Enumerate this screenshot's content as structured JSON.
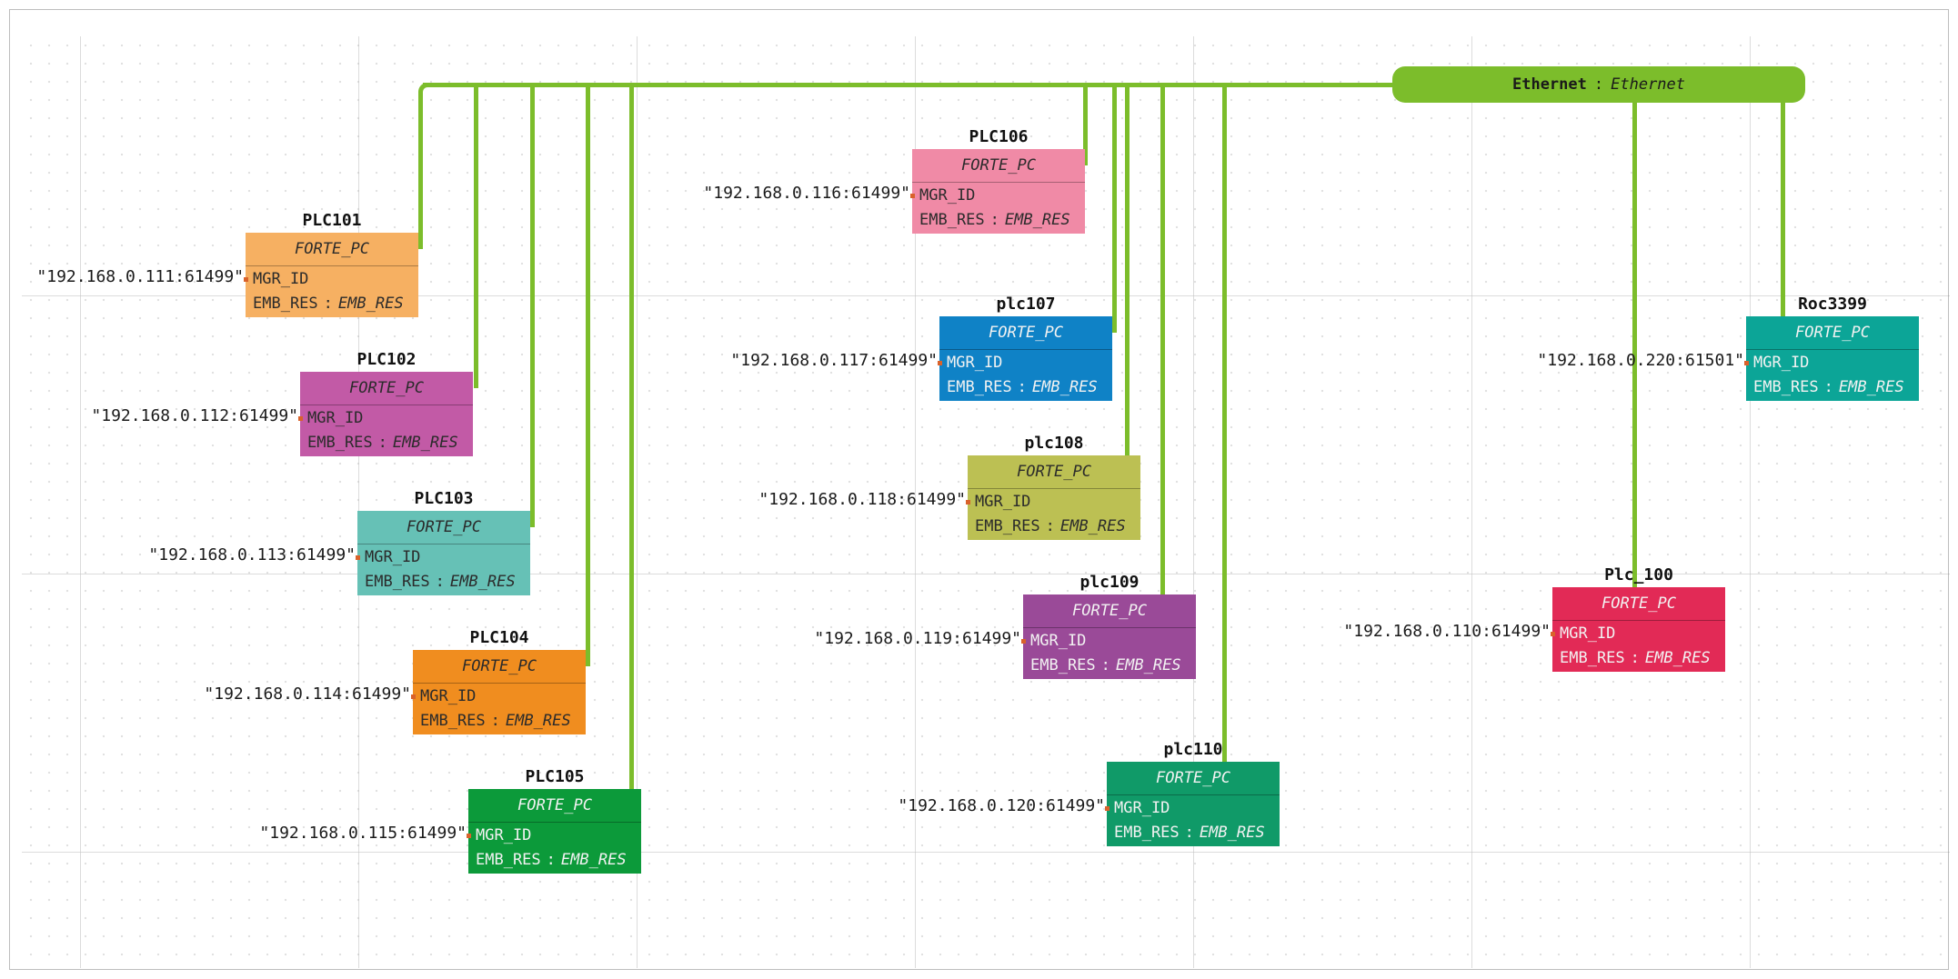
{
  "segment": {
    "name": "Ethernet",
    "type": "Ethernet",
    "color": "#7cbd2b"
  },
  "devices": [
    {
      "name": "PLC101",
      "type": "FORTE_PC",
      "param": "MGR_ID",
      "address": "\"192.168.0.111:61499\"",
      "resource": "EMB_RES",
      "resource_type": "EMB_RES",
      "color": "#f6b062",
      "text_color": "#2b2b2b"
    },
    {
      "name": "PLC102",
      "type": "FORTE_PC",
      "param": "MGR_ID",
      "address": "\"192.168.0.112:61499\"",
      "resource": "EMB_RES",
      "resource_type": "EMB_RES",
      "color": "#c25aa6",
      "text_color": "#2b2b2b"
    },
    {
      "name": "PLC103",
      "type": "FORTE_PC",
      "param": "MGR_ID",
      "address": "\"192.168.0.113:61499\"",
      "resource": "EMB_RES",
      "resource_type": "EMB_RES",
      "color": "#66c1b6",
      "text_color": "#2b2b2b"
    },
    {
      "name": "PLC104",
      "type": "FORTE_PC",
      "param": "MGR_ID",
      "address": "\"192.168.0.114:61499\"",
      "resource": "EMB_RES",
      "resource_type": "EMB_RES",
      "color": "#f08d1f",
      "text_color": "#2b2b2b"
    },
    {
      "name": "PLC105",
      "type": "FORTE_PC",
      "param": "MGR_ID",
      "address": "\"192.168.0.115:61499\"",
      "resource": "EMB_RES",
      "resource_type": "EMB_RES",
      "color": "#0c9a3a",
      "text_color": "#f2f2f2"
    },
    {
      "name": "PLC106",
      "type": "FORTE_PC",
      "param": "MGR_ID",
      "address": "\"192.168.0.116:61499\"",
      "resource": "EMB_RES",
      "resource_type": "EMB_RES",
      "color": "#f08aa6",
      "text_color": "#2b2b2b"
    },
    {
      "name": "plc107",
      "type": "FORTE_PC",
      "param": "MGR_ID",
      "address": "\"192.168.0.117:61499\"",
      "resource": "EMB_RES",
      "resource_type": "EMB_RES",
      "color": "#0f82c6",
      "text_color": "#f2f2f2"
    },
    {
      "name": "plc108",
      "type": "FORTE_PC",
      "param": "MGR_ID",
      "address": "\"192.168.0.118:61499\"",
      "resource": "EMB_RES",
      "resource_type": "EMB_RES",
      "color": "#bcc053",
      "text_color": "#2b2b2b"
    },
    {
      "name": "plc109",
      "type": "FORTE_PC",
      "param": "MGR_ID",
      "address": "\"192.168.0.119:61499\"",
      "resource": "EMB_RES",
      "resource_type": "EMB_RES",
      "color": "#9a4a98",
      "text_color": "#f2f2f2"
    },
    {
      "name": "plc110",
      "type": "FORTE_PC",
      "param": "MGR_ID",
      "address": "\"192.168.0.120:61499\"",
      "resource": "EMB_RES",
      "resource_type": "EMB_RES",
      "color": "#109a68",
      "text_color": "#f2f2f2"
    },
    {
      "name": "Plc_100",
      "type": "FORTE_PC",
      "param": "MGR_ID",
      "address": "\"192.168.0.110:61499\"",
      "resource": "EMB_RES",
      "resource_type": "EMB_RES",
      "color": "#e22a56",
      "text_color": "#f2f2f2"
    },
    {
      "name": "Roc3399",
      "type": "FORTE_PC",
      "param": "MGR_ID",
      "address": "\"192.168.0.220:61501\"",
      "resource": "EMB_RES",
      "resource_type": "EMB_RES",
      "color": "#0ca597",
      "text_color": "#f2f2f2"
    }
  ]
}
